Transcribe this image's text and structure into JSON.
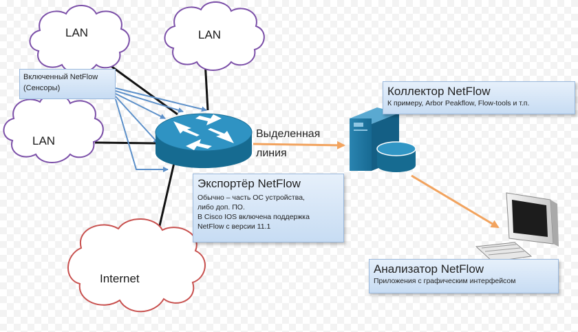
{
  "clouds": {
    "lan1": "LAN",
    "lan2": "LAN",
    "lan3": "LAN",
    "internet": "Internet"
  },
  "sensors_note": {
    "line1": "Включенный NetFlow",
    "line2": "(Сенсоры)"
  },
  "link_label": {
    "line1": "Выделенная",
    "line2": "линия"
  },
  "collector": {
    "title": "Коллектор NetFlow",
    "subtitle": "К примеру, Arbor Peakflow, Flow-tools и т.п."
  },
  "exporter": {
    "title": "Экспортёр NetFlow",
    "lines": [
      "Обычно – часть ОС устройства,",
      "либо доп. ПО.",
      "В Cisco IOS включена поддержка",
      "NetFlow с версии 11.1"
    ]
  },
  "analyzer": {
    "title": "Анализатор NetFlow",
    "subtitle": "Приложения с графическим интерфейсом"
  },
  "colors": {
    "lan_cloud_outline": "#7b4fa8",
    "internet_cloud_outline": "#c8504e",
    "router_body": "#1d7ca6",
    "sensor_arrows": "#5b8fc9",
    "data_arrow": "#f2a35e",
    "callout_fill": "#d6e6f7"
  }
}
